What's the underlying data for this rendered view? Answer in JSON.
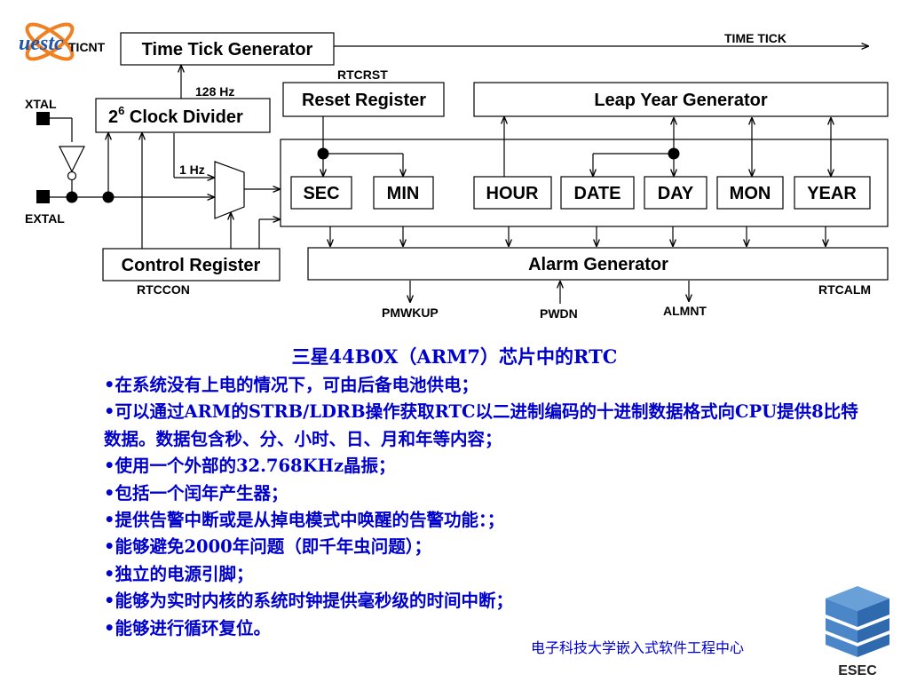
{
  "logo": {
    "text": "uestc"
  },
  "diagram": {
    "blocks": {
      "time_tick_generator": "Time Tick Generator",
      "clock_divider_base": "2",
      "clock_divider_exp": "6",
      "clock_divider_suffix": " Clock Divider",
      "reset_register": "Reset Register",
      "leap_year_generator": "Leap Year Generator",
      "control_register": "Control Register",
      "alarm_generator": "Alarm Generator",
      "sec": "SEC",
      "min": "MIN",
      "hour": "HOUR",
      "date": "DATE",
      "day": "DAY",
      "mon": "MON",
      "year": "YEAR"
    },
    "signals": {
      "ticnt": "TICNT",
      "time_tick": "TIME TICK",
      "rtcrst": "RTCRST",
      "hz128": "128 Hz",
      "hz1": "1 Hz",
      "xtal": "XTAL",
      "extal": "EXTAL",
      "rtccon": "RTCCON",
      "rtcalm": "RTCALM",
      "pmwkup": "PMWKUP",
      "pwdn": "PWDN",
      "almnt": "ALMNT"
    }
  },
  "caption": "三星44B0X（ARM7）芯片中的RTC",
  "bullets": [
    "•在系统没有上电的情况下，可由后备电池供电；",
    "•可以通过ARM的STRB/LDRB操作获取RTC以二进制编码的十进制数据格式向CPU提供8比特数据。数据包含秒、分、小时、日、月和年等内容；",
    "•使用一个外部的32.768KHz晶振；",
    "•包括一个闰年产生器；",
    "•提供告警中断或是从掉电模式中唤醒的告警功能：；",
    "•能够避免2000年问题（即千年虫问题）；",
    "•独立的电源引脚；",
    "•能够为实时内核的系统时钟提供毫秒级的时间中断；",
    "•能够进行循环复位。"
  ],
  "footer": "电子科技大学嵌入式软件工程中心",
  "esec_logo": {
    "text": "ESEC"
  },
  "colors": {
    "text_blue": "#0000cc",
    "logo_blue": "#2255aa",
    "logo_orange": "#f08020",
    "esec_blue": "#4a86c8"
  }
}
